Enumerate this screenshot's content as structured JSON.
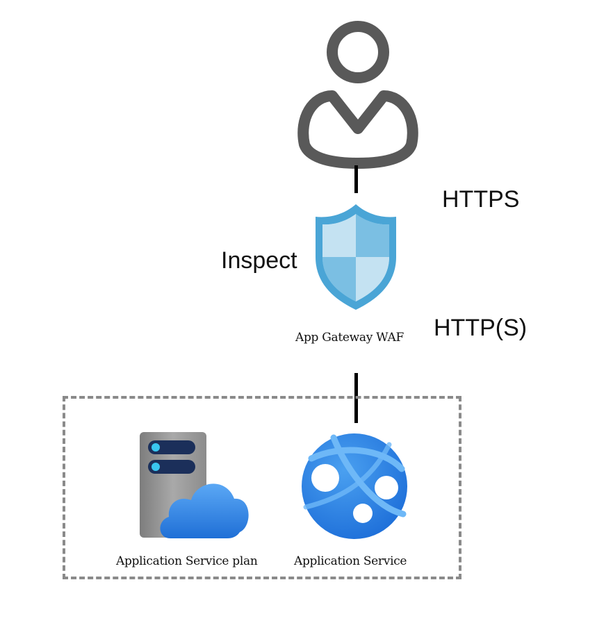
{
  "labels": {
    "https": "HTTPS",
    "inspect": "Inspect",
    "http_s": "HTTP(S)",
    "gateway": "App Gateway WAF",
    "service_plan": "Application Service plan",
    "app_service": "Application Service"
  },
  "icons": {
    "user": "user-icon",
    "gateway": "shield-icon",
    "service_plan": "server-cloud-icon",
    "app_service": "globe-network-icon"
  },
  "colors": {
    "user_stroke": "#595959",
    "connector": "#000000",
    "boundary": "#8a8a8a",
    "shield_outer": "#4aa5d6",
    "shield_light": "#c4e2f2",
    "shield_mid": "#7bbfe3",
    "server_gray": "#9e9e9e",
    "server_slot": "#1b2f5a",
    "server_led": "#39c6f0",
    "cloud_blue": "#2b7de3",
    "globe_blue": "#2e86e6"
  }
}
